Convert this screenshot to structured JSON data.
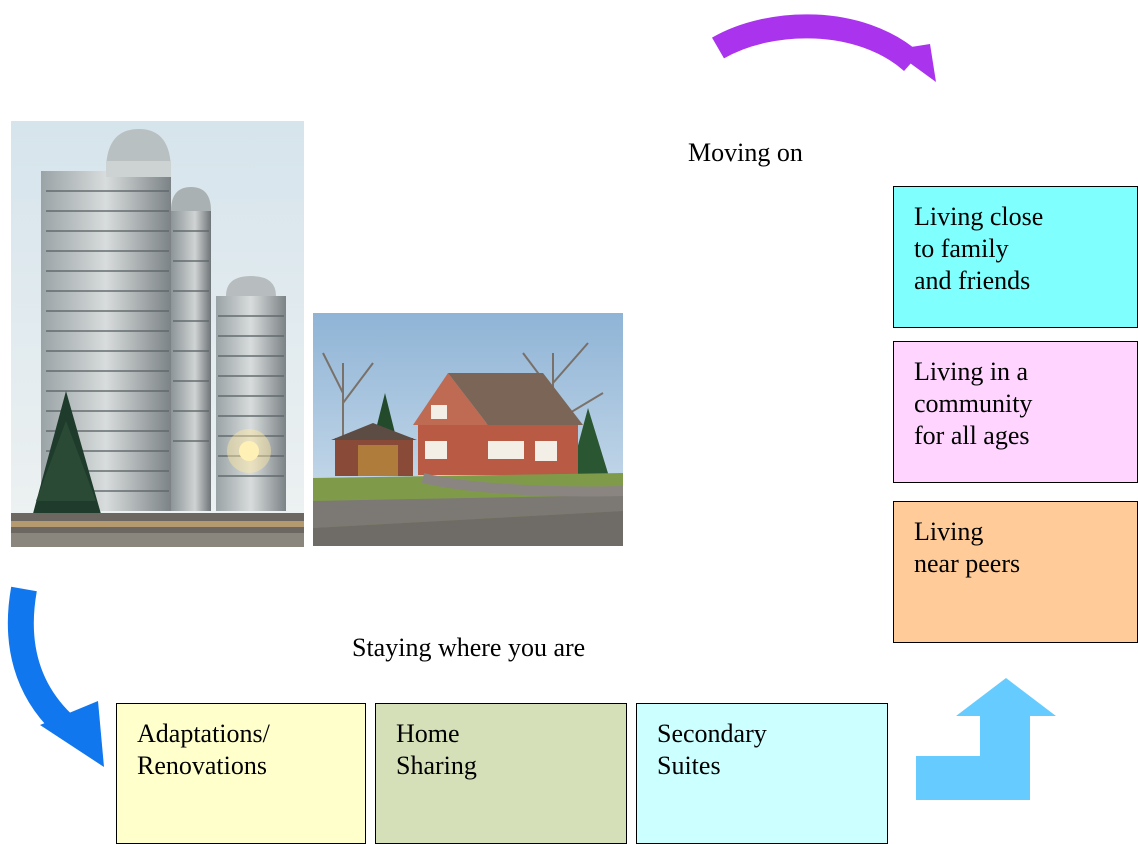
{
  "labels": {
    "moving_on": "Moving on",
    "staying": "Staying where you are"
  },
  "moving_on_options": [
    {
      "text": "Living close\nto family\nand friends",
      "color": "#80FFFF"
    },
    {
      "text": "Living in a\ncommunity\nfor all ages",
      "color": "#FFD5FF"
    },
    {
      "text": "Living\nnear peers",
      "color": "#FFCC99"
    }
  ],
  "staying_options": [
    {
      "text": "Adaptations/\nRenovations",
      "color": "#FFFFCC"
    },
    {
      "text": "Home\nSharing",
      "color": "#D6E0B8"
    },
    {
      "text": "Secondary\nSuites",
      "color": "#CCFFFF"
    }
  ],
  "colors": {
    "purple_arrow": "#AA33EE",
    "blue_arrow": "#1177EE",
    "light_blue_arrow": "#66CCFF"
  },
  "icons": {
    "top_arrow": "curved-arrow-right-purple",
    "left_arrow": "curved-arrow-down-blue",
    "corner_arrow": "bent-arrow-up-light-blue"
  }
}
